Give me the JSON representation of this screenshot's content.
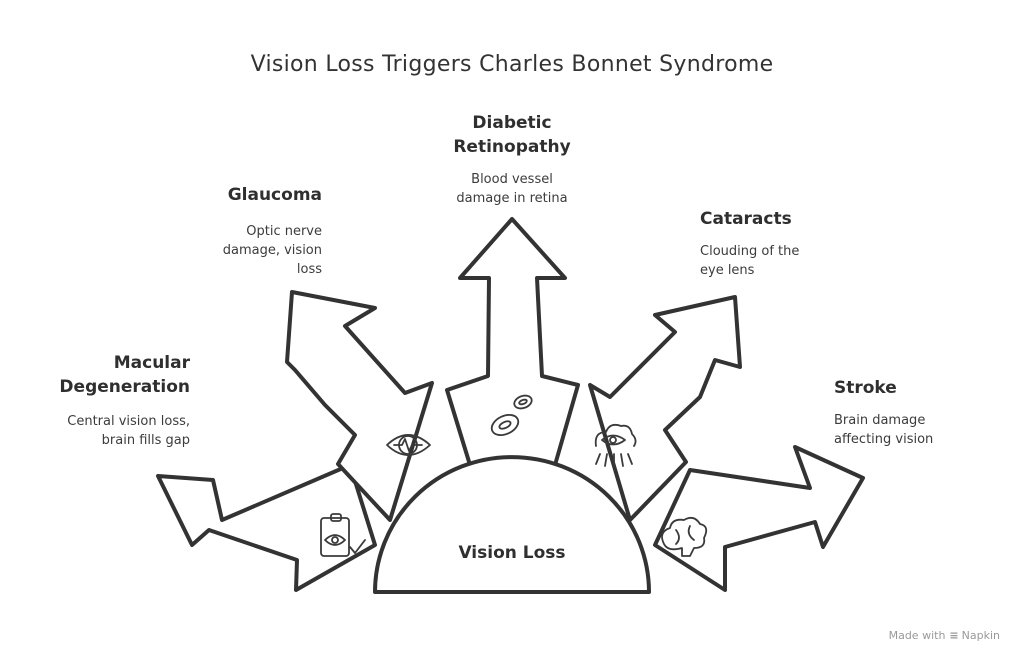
{
  "title": "Vision Loss Triggers Charles Bonnet Syndrome",
  "center": {
    "label": "Vision Loss"
  },
  "causes": [
    {
      "title": "Macular\nDegeneration",
      "description": "Central vision loss,\nbrain fills gap",
      "icon": "clipboard-eye-icon"
    },
    {
      "title": "Glaucoma",
      "description": "Optic nerve\ndamage, vision\nloss",
      "icon": "eye-pulse-icon"
    },
    {
      "title": "Diabetic\nRetinopathy",
      "description": "Blood vessel\ndamage in retina",
      "icon": "blood-cells-icon"
    },
    {
      "title": "Cataracts",
      "description": "Clouding of the\neye lens",
      "icon": "cloudy-eye-icon"
    },
    {
      "title": "Stroke",
      "description": "Brain damage\naffecting vision",
      "icon": "brain-icon"
    }
  ],
  "footer": {
    "made_with": "Made with",
    "brand": "Napkin"
  }
}
